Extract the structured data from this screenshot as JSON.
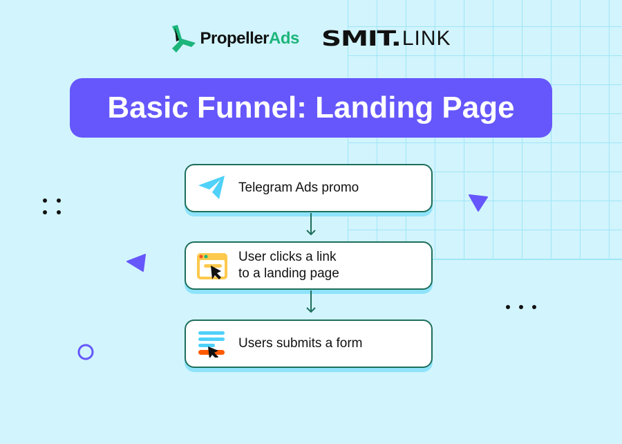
{
  "logos": {
    "propeller_part1": "Propeller",
    "propeller_part2": "Ads",
    "smit_part1": "SMIT.",
    "smit_part2": "LINK"
  },
  "title": "Basic Funnel: Landing Page",
  "steps": [
    {
      "icon": "telegram-icon",
      "label": "Telegram Ads promo"
    },
    {
      "icon": "browser-click-icon",
      "line1": "User clicks a link",
      "line2": "to a landing page"
    },
    {
      "icon": "form-click-icon",
      "label": "Users submits a form"
    }
  ],
  "colors": {
    "background": "#d2f4fd",
    "accent": "#6557fb",
    "border": "#1d6e5a",
    "brand_green": "#1cb57a"
  }
}
